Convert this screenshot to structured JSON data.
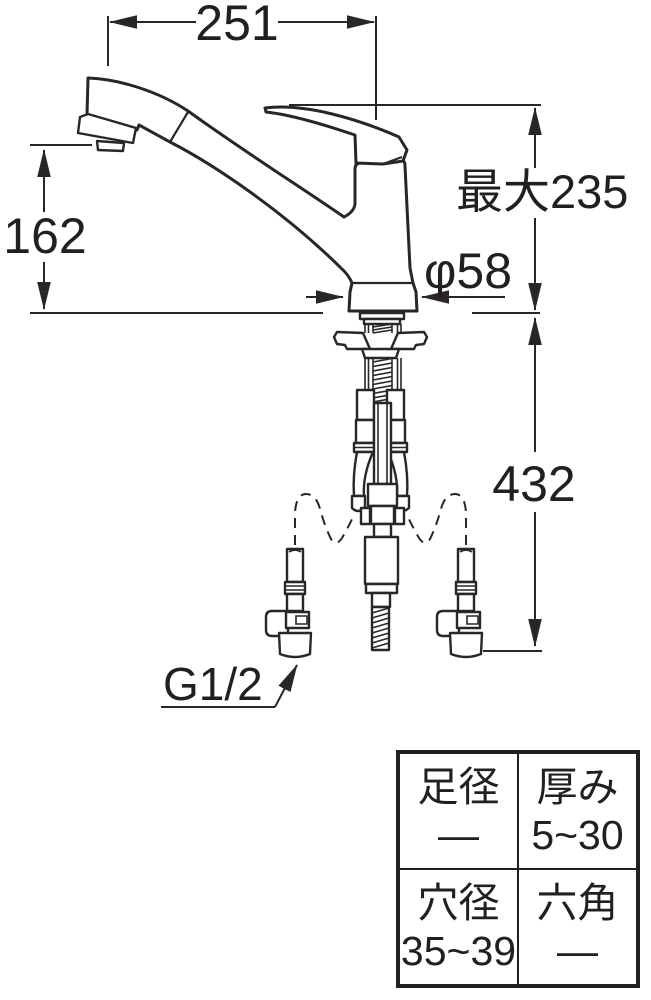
{
  "dimensions": {
    "width_top": "251",
    "spout_height": "162",
    "max_height": "最大235",
    "base_diameter": "φ58",
    "hose_length": "432",
    "connection_thread": "G1/2"
  },
  "spec_table": {
    "cells": [
      {
        "label": "足径",
        "value": "—"
      },
      {
        "label": "厚み",
        "value": "5~30"
      },
      {
        "label": "穴径",
        "value": "35~39"
      },
      {
        "label": "六角",
        "value": "—"
      }
    ]
  },
  "colors": {
    "line": "#2a2626",
    "text": "#231f20",
    "background": "#ffffff"
  }
}
